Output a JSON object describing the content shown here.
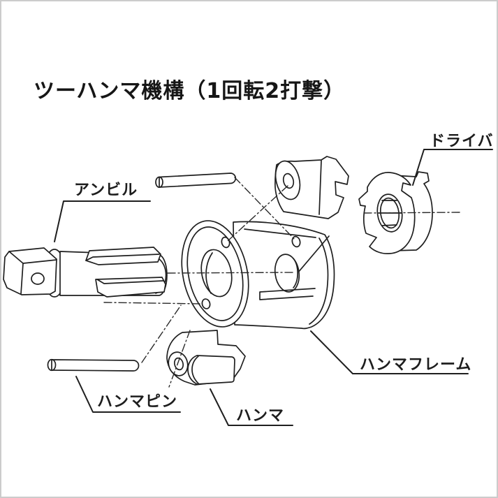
{
  "figure": {
    "title": "ツーハンマ機構（1回転2打撃）",
    "labels": {
      "anvil": "アンビル",
      "driver": "ドライバ",
      "hammer_frame": "ハンマフレーム",
      "hammer_pin": "ハンマピン",
      "hammer": "ハンマ"
    },
    "colors": {
      "line": "#1f1f1f",
      "background": "#ffffff",
      "border": "#cccccc"
    }
  }
}
